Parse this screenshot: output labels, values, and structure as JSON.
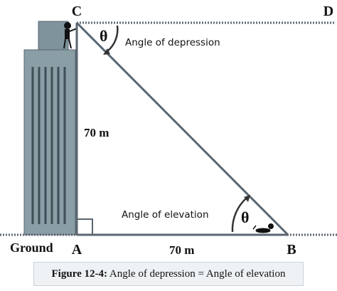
{
  "points": {
    "a": "A",
    "b": "B",
    "c": "C",
    "d": "D"
  },
  "labels": {
    "height": "70 m",
    "base": "70 m",
    "ground": "Ground",
    "angle_symbol_top": "θ",
    "angle_symbol_bottom": "θ",
    "depression": "Angle of depression",
    "elevation": "Angle of elevation"
  },
  "caption": {
    "prefix": "Figure 12-4:",
    "text": " Angle of depression = Angle of elevation"
  },
  "colors": {
    "line": "#5a6670",
    "building": "#8a9ea6",
    "building_dark": "#3f4f56",
    "text": "#111111"
  }
}
